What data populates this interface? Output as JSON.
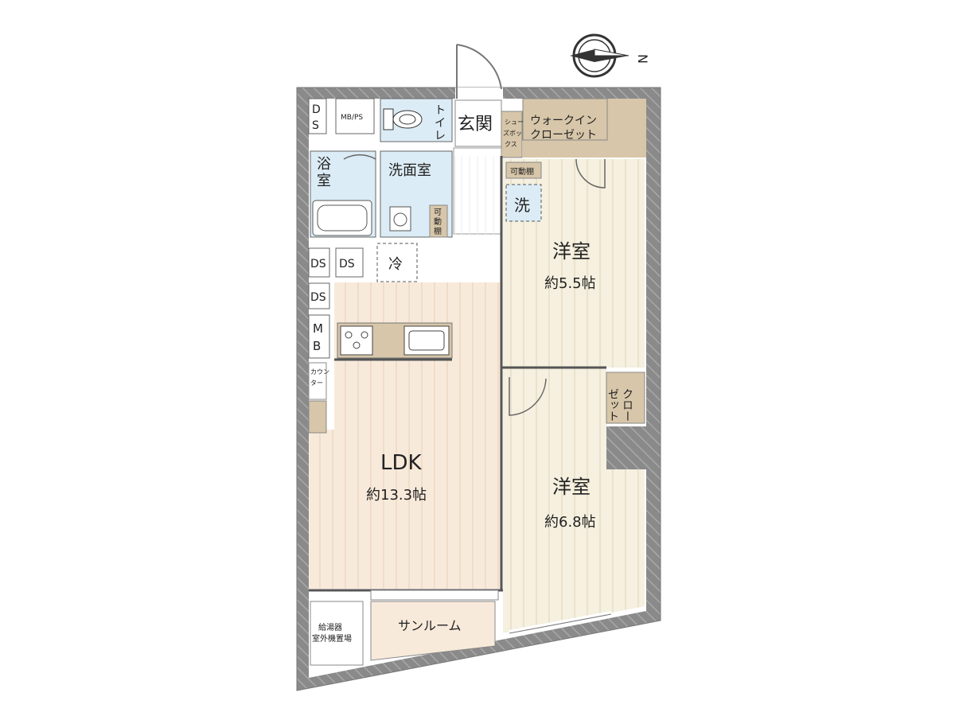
{
  "compass": {
    "north_label": "N",
    "icon": "compass-icon"
  },
  "rooms": {
    "ldk": {
      "name": "LDK",
      "size": "約13.3帖"
    },
    "western_room_1": {
      "name": "洋室",
      "size": "約5.5帖"
    },
    "western_room_2": {
      "name": "洋室",
      "size": "約6.8帖"
    },
    "entrance": "玄関",
    "walk_in_closet": [
      "ウォークイン",
      "クローゼット"
    ],
    "shoes_box": [
      "シュー",
      "ズボッ",
      "クス"
    ],
    "toilet": [
      "ト",
      "イ",
      "レ"
    ],
    "bath": [
      "浴",
      "室"
    ],
    "washroom": "洗面室",
    "movable_shelf_vertical": [
      "可",
      "動",
      "棚"
    ],
    "movable_shelf": "可動棚",
    "laundry": "洗",
    "fridge": "冷",
    "counter": [
      "カウン",
      "ター"
    ],
    "closet": [
      "クロー",
      "ゼット"
    ],
    "sunroom": "サンルーム",
    "water_heater": [
      "給湯器",
      "室外機置場"
    ]
  },
  "shafts": {
    "ds_top": [
      "D",
      "S"
    ],
    "mbps": "MB/PS",
    "ds": "DS",
    "mb": [
      "M",
      "B"
    ]
  },
  "colors": {
    "wall": "#8a8a8a",
    "floor_ldk": "#f8eadb",
    "floor_room": "#f5f0df",
    "wet_area": "#dcecf6",
    "storage": "#d7c6a9",
    "outline": "#555555"
  }
}
